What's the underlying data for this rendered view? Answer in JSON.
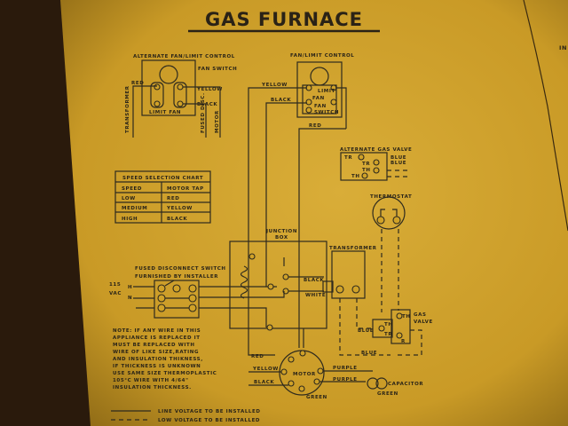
{
  "title": "GAS FURNACE",
  "corner_text": "IN",
  "alt_fan_limit": {
    "label": "ALTERNATE FAN/LIMIT CONTROL",
    "fan_switch": "FAN SWITCH",
    "red": "RED",
    "yellow": "YELLOW",
    "black": "BLACK",
    "limit_fan": "LIMIT  FAN",
    "transformer": "TRANSFORMER",
    "fused_disc": "FUSED DISC.",
    "motor": "MOTOR"
  },
  "fan_limit": {
    "label": "FAN/LIMIT CONTROL",
    "yellow": "YELLOW",
    "black": "BLACK",
    "limit": "LIMIT",
    "fan": "FAN",
    "fan_switch_1": "FAN",
    "fan_switch_2": "SWITCH",
    "red": "RED"
  },
  "speed_chart": {
    "title": "SPEED SELECTION CHART",
    "headers": [
      "SPEED",
      "MOTOR TAP"
    ],
    "rows": [
      [
        "LOW",
        "RED"
      ],
      [
        "MEDIUM",
        "YELLOW"
      ],
      [
        "HIGH",
        "BLACK"
      ]
    ]
  },
  "alt_gas_valve": {
    "label": "ALTERNATE GAS VALVE",
    "terminals": [
      "TR",
      "TR",
      "TH",
      "TH"
    ],
    "blue1": "BLUE",
    "blue2": "BLUE"
  },
  "thermostat": {
    "label": "THERMOSTAT"
  },
  "junction_box": {
    "label1": "JUNCTION",
    "label2": "BOX",
    "black": "BLACK",
    "white": "WHITE"
  },
  "transformer": {
    "label": "TRANSFORMER"
  },
  "disconnect": {
    "label1": "FUSED DISCONNECT SWITCH",
    "label2": "FURNISHED BY INSTALLER",
    "vac1": "115",
    "vac2": "VAC",
    "h": "H",
    "n": "N"
  },
  "note": [
    "NOTE:  IF ANY WIRE IN THIS",
    "APPLIANCE IS REPLACED IT",
    "MUST BE REPLACED WITH",
    "WIRE OF LIKE SIZE,RATING",
    "AND INSULATION THIKNESS,",
    "IF THICKNESS IS UNKNOWN",
    "USE SAME SIZE THERMOPLASTIC",
    "105°C WIRE WITH 4/64\"",
    "INSULATION THICKNESS."
  ],
  "motor": {
    "label": "MOTOR",
    "red": "RED",
    "yellow": "YELLOW",
    "black": "BLACK",
    "purple1": "PURPLE",
    "purple2": "PURPLE",
    "green": "GREEN",
    "capacitor": "CAPACITOR",
    "green2": "GREEN"
  },
  "gas_valve": {
    "label1": "GAS",
    "label2": "VALVE",
    "th1": "TH",
    "th2": "TH",
    "tr": "TR",
    "r": "R",
    "blue_left": "BLUE",
    "blue_bottom": "BLUE"
  },
  "legend": {
    "line": "LINE  VOLTAGE  TO BE INSTALLED",
    "low": "LOW  VOLTAGE  TO BE INSTALLED"
  }
}
